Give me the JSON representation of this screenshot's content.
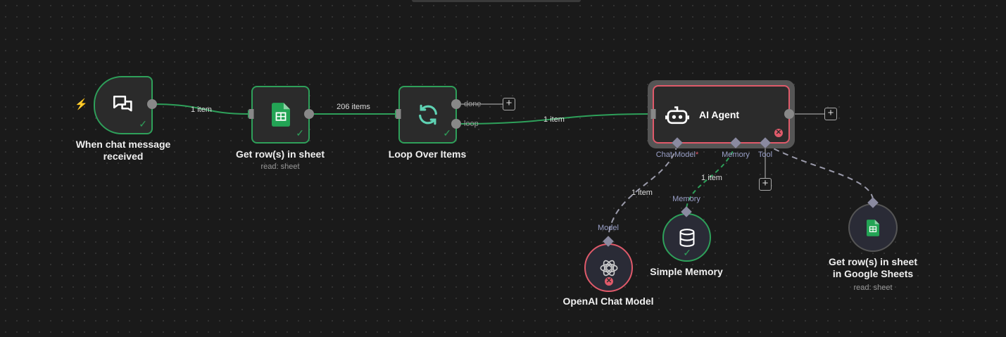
{
  "nodes": {
    "trigger": {
      "title": "When chat message received",
      "line1": "When chat message",
      "line2": "received"
    },
    "sheet": {
      "title": "Get row(s) in sheet",
      "subtitle": "read: sheet"
    },
    "loop": {
      "title": "Loop Over Items",
      "out_done": "done",
      "out_loop": "loop"
    },
    "agent": {
      "title": "AI Agent",
      "h_chat": "Chat Model",
      "h_req": "*",
      "h_memory": "Memory",
      "h_tool": "Tool"
    },
    "openai": {
      "title": "OpenAI Chat Model",
      "handle": "Model"
    },
    "memory": {
      "title": "Simple Memory",
      "handle": "Memory"
    },
    "sheets_tool": {
      "line1": "Get row(s) in sheet",
      "line2": "in Google Sheets",
      "subtitle": "read: sheet"
    }
  },
  "edges": {
    "e1": "1 item",
    "e2": "206 items",
    "e3": "1 item",
    "e4": "1 item",
    "e5": "1 item"
  },
  "colors": {
    "success": "#2ea05a",
    "error": "#e05a6a",
    "sheets": "#23a455"
  }
}
